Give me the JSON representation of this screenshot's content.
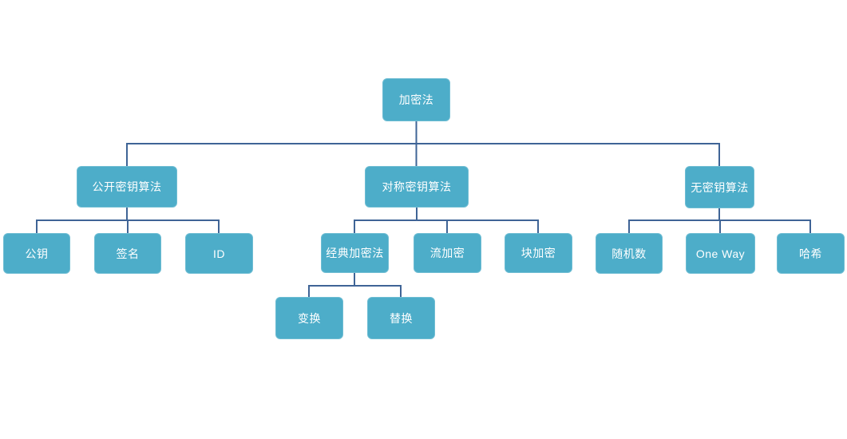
{
  "diagram": {
    "type": "org-tree",
    "colors": {
      "node_fill": "#4dadc9",
      "node_border": "#6fbdd3",
      "node_text": "#ffffff",
      "connector": "#3f6496",
      "background": "#ffffff"
    },
    "tree": {
      "label": "加密法",
      "children": [
        {
          "label": "公开密钥算法",
          "children": [
            {
              "label": "公钥"
            },
            {
              "label": "签名"
            },
            {
              "label": "ID"
            }
          ]
        },
        {
          "label": "对称密钥算法",
          "children": [
            {
              "label": "经典加密法",
              "children": [
                {
                  "label": "变换"
                },
                {
                  "label": "替换"
                }
              ]
            },
            {
              "label": "流加密"
            },
            {
              "label": "块加密"
            }
          ]
        },
        {
          "label": "无密钥算法",
          "children": [
            {
              "label": "随机数"
            },
            {
              "label": "One Way"
            },
            {
              "label": "哈希"
            }
          ]
        }
      ]
    }
  }
}
